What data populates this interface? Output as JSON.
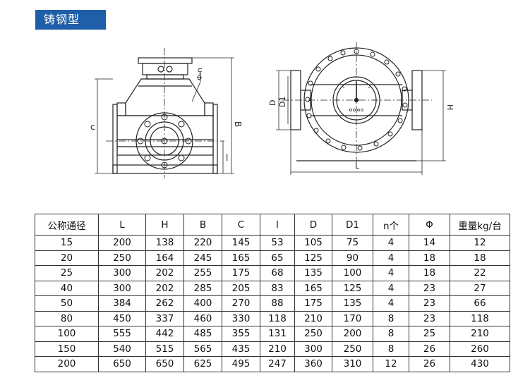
{
  "title": "铸钢型",
  "drawing": {
    "front": {
      "label_c": "c",
      "label_b": "B",
      "label_l": "l",
      "label_phi": "Φ-n"
    },
    "side": {
      "label_d": "D",
      "label_d1": "D1",
      "label_h": "H",
      "label_L": "L"
    }
  },
  "table": {
    "headers": [
      "公称通径",
      "L",
      "H",
      "B",
      "C",
      "l",
      "D",
      "D1",
      "n个",
      "Φ",
      "重量kg/台"
    ],
    "rows": [
      [
        "15",
        "200",
        "138",
        "220",
        "145",
        "53",
        "105",
        "75",
        "4",
        "14",
        "12"
      ],
      [
        "20",
        "250",
        "164",
        "245",
        "165",
        "65",
        "125",
        "90",
        "4",
        "18",
        "18"
      ],
      [
        "25",
        "300",
        "202",
        "255",
        "175",
        "68",
        "135",
        "100",
        "4",
        "18",
        "22"
      ],
      [
        "40",
        "300",
        "202",
        "285",
        "205",
        "83",
        "165",
        "125",
        "4",
        "23",
        "27"
      ],
      [
        "50",
        "384",
        "262",
        "400",
        "270",
        "88",
        "175",
        "135",
        "4",
        "23",
        "66"
      ],
      [
        "80",
        "450",
        "337",
        "460",
        "330",
        "118",
        "210",
        "170",
        "8",
        "23",
        "118"
      ],
      [
        "100",
        "555",
        "442",
        "485",
        "355",
        "131",
        "250",
        "200",
        "8",
        "25",
        "210"
      ],
      [
        "150",
        "540",
        "515",
        "565",
        "435",
        "210",
        "300",
        "250",
        "8",
        "26",
        "260"
      ],
      [
        "200",
        "650",
        "650",
        "625",
        "495",
        "247",
        "360",
        "310",
        "12",
        "26",
        "430"
      ]
    ]
  }
}
